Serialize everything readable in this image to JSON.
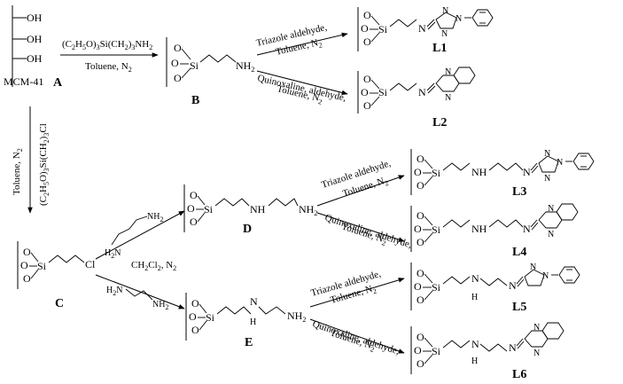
{
  "scheme": {
    "support_label": "MCM-41",
    "compounds": {
      "A": "A",
      "B": "B",
      "C": "C",
      "D": "D",
      "E": "E",
      "L1": "L1",
      "L2": "L2",
      "L3": "L3",
      "L4": "L4",
      "L5": "L5",
      "L6": "L6"
    },
    "atoms": {
      "OH": "OH",
      "O": "O",
      "Si": "Si",
      "NH": "NH",
      "NH2_main": "NH",
      "N": "N",
      "Cl": "Cl",
      "H2N": "H",
      "NH2_label": "NH",
      "two": "2"
    },
    "reagents": {
      "aps_a": "(C",
      "aps_b": "H",
      "aps_c": "O)",
      "aps_d": "Si(CH",
      "aps_e": ")",
      "aps_f": "NH",
      "cps_a": "(C",
      "cps_b": "H",
      "cps_c": "O)",
      "cps_d": "Si(CH",
      "cps_e": ")",
      "cps_f": "Cl",
      "toluene_n2": "Toluene, N",
      "toluene_vert": "Toluene, N",
      "dcm": "CH",
      "dcm_cl": "Cl",
      "dcm_n2": ", N",
      "triazole_aldehyde": "Triazole aldehyde,",
      "quinoxaline_aldehyde": "Quinoxaline, aldehyde,",
      "toluene_comma": "Toluene, N"
    },
    "subscripts": {
      "s2": "2",
      "s3": "3",
      "s5": "5"
    }
  }
}
